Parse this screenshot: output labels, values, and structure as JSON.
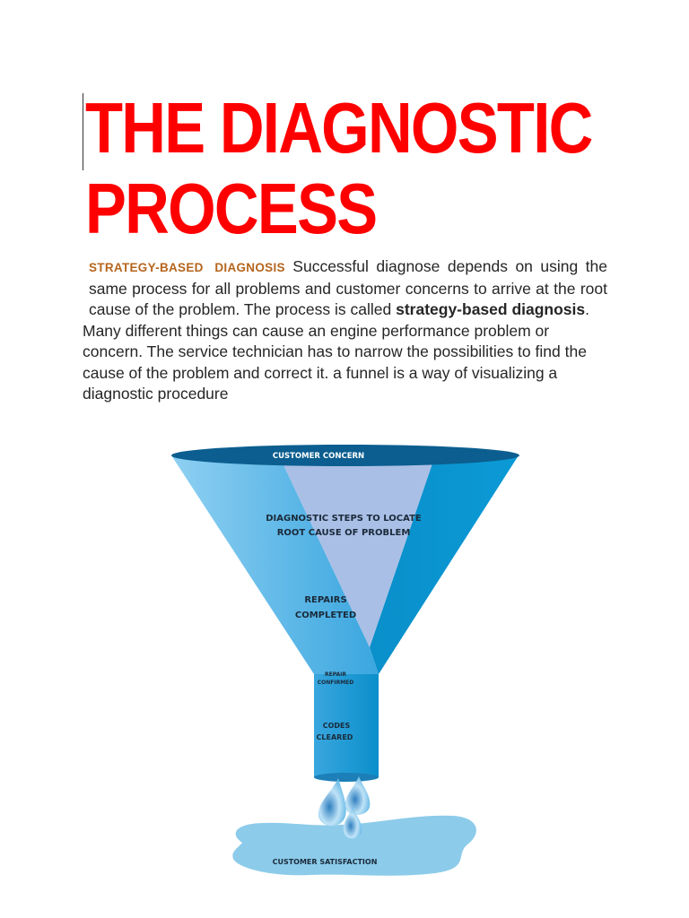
{
  "document": {
    "title_line1": "THE DIAGNOSTIC",
    "title_line2": "PROCESS",
    "para1_lead": "STRATEGY-BASED DIAGNOSIS",
    "para1_text": " Successful diagnose depends on using the same process for all problems and customer concerns to arrive at the root cause of the problem. The process is called ",
    "para1_strong": "strategy-based diagnosis",
    "para1_end": ".",
    "para2": "Many different things can cause an engine performance problem or concern. The service technician has to narrow the possibilities to find the cause of the problem and correct it. a funnel is a way of visualizing a diagnostic procedure"
  },
  "funnel": {
    "top_label": "CUSTOMER CONCERN",
    "steps_line1": "DIAGNOSTIC STEPS TO LOCATE",
    "steps_line2": "ROOT CAUSE OF PROBLEM",
    "repairs_line1": "REPAIRS",
    "repairs_line2": "COMPLETED",
    "repair_confirmed_line1": "REPAIR",
    "repair_confirmed_line2": "CONFIRMED",
    "codes_line1": "CODES",
    "codes_line2": "CLEARED",
    "bottom_label": "CUSTOMER SATISFACTION"
  },
  "colors": {
    "title": "#ff0000",
    "lead": "#b5651d",
    "body": "#262626",
    "funnel_rim": "#0b5e8f",
    "funnel_left": "#5ab4e5",
    "funnel_right": "#0a8fca",
    "funnel_center": "#aabfe6",
    "puddle": "#8ccbea"
  }
}
